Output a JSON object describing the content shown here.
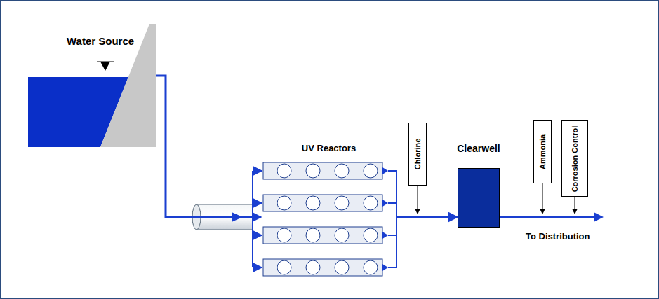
{
  "diagram": {
    "nodes": [
      {
        "text": [
          "Water Source"
        ]
      },
      {
        "text": [
          "UV Reactors"
        ]
      },
      {
        "text": [
          "Chlorine"
        ]
      },
      {
        "text": [
          "Clearwell"
        ]
      },
      {
        "text": [
          "Ammonia"
        ]
      },
      {
        "text": [
          "Corrosion Control"
        ]
      }
    ],
    "edges": [
      {
        "from": 0,
        "to": 1,
        "arrow": "to"
      },
      {
        "from": 1,
        "to": 3,
        "arrow": "to"
      }
    ],
    "labels": [
      "To Distribution"
    ]
  }
}
